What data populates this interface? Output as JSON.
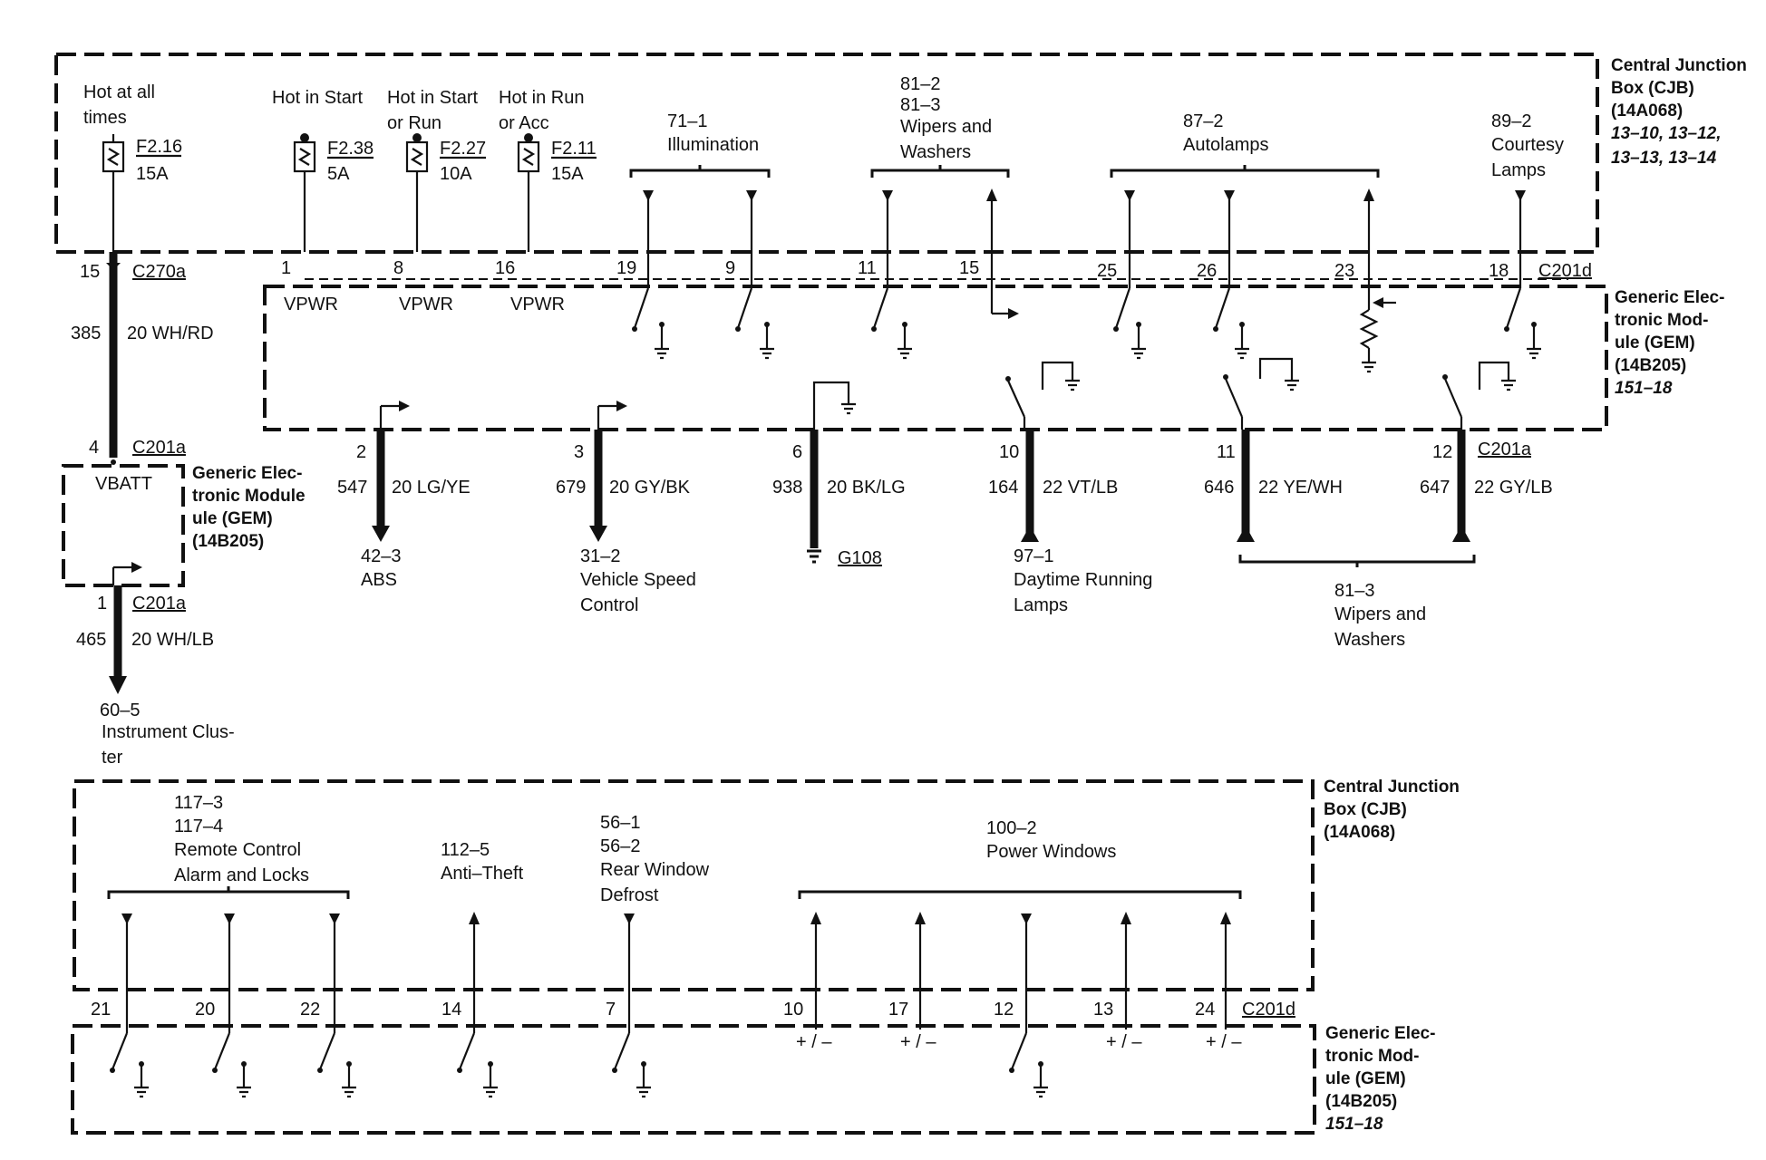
{
  "cjb_top": {
    "title_lines": [
      "Central Junction",
      "Box (CJB)",
      "(14A068)"
    ],
    "ref_lines": [
      "13–10, 13–12,",
      "13–13, 13–14"
    ],
    "fuses": [
      {
        "hot_lines": [
          "Hot at all",
          "times"
        ],
        "name": "F2.16",
        "amps": "15A",
        "pin": "15",
        "connector": "C270a"
      },
      {
        "hot_lines": [
          "Hot in Start"
        ],
        "name": "F2.38",
        "amps": "5A",
        "pin": "1"
      },
      {
        "hot_lines": [
          "Hot in Start",
          "or Run"
        ],
        "name": "F2.27",
        "amps": "10A",
        "pin": "8"
      },
      {
        "hot_lines": [
          "Hot in Run",
          "or Acc"
        ],
        "name": "F2.11",
        "amps": "15A",
        "pin": "16"
      }
    ],
    "groups": [
      {
        "lines": [
          "71–1",
          "Illumination"
        ]
      },
      {
        "lines": [
          "81–2",
          "81–3",
          "Wipers and",
          "Washers"
        ]
      },
      {
        "lines": [
          "87–2",
          "Autolamps"
        ]
      },
      {
        "lines": [
          "89–2",
          "Courtesy",
          "Lamps"
        ]
      }
    ],
    "pins": [
      "19",
      "9",
      "11",
      "15",
      "25",
      "26",
      "23",
      "18"
    ],
    "connector": "C201d"
  },
  "gem_top": {
    "title_lines": [
      "Generic Elec-",
      "tronic Mod-",
      "ule (GEM)",
      "(14B205)"
    ],
    "ref": "151–18",
    "vpwr": [
      "VPWR",
      "VPWR",
      "VPWR"
    ]
  },
  "left_gem": {
    "title_lines": [
      "Generic Elec-",
      "tronic Module",
      "ule (GEM)",
      "(14B205)"
    ],
    "vbatt": "VBATT",
    "in_pin": "4",
    "in_connector": "C201a",
    "out_pin": "1",
    "out_connector": "C201a",
    "wire_in_circuit": "385",
    "wire_in_color": "20 WH/RD",
    "wire_out_circuit": "465",
    "wire_out_color": "20 WH/LB",
    "dest_lines": [
      "60–5",
      "Instrument Clus-",
      "ter"
    ]
  },
  "outputs": {
    "connector": "C201a",
    "wires": [
      {
        "pin": "2",
        "circuit": "547",
        "color": "20 LG/YE",
        "dest_lines": [
          "42–3",
          "ABS"
        ]
      },
      {
        "pin": "3",
        "circuit": "679",
        "color": "20 GY/BK",
        "dest_lines": [
          "31–2",
          "Vehicle Speed",
          "Control"
        ]
      },
      {
        "pin": "6",
        "circuit": "938",
        "color": "20 BK/LG",
        "ground": "G108"
      },
      {
        "pin": "10",
        "circuit": "164",
        "color": "22 VT/LB",
        "dest_lines": [
          "97–1",
          "Daytime Running",
          "Lamps"
        ]
      },
      {
        "pin": "11",
        "circuit": "646",
        "color": "22 YE/WH"
      },
      {
        "pin": "12",
        "circuit": "647",
        "color": "22 GY/LB"
      }
    ],
    "wipers_lines": [
      "81–3",
      "Wipers and",
      "Washers"
    ]
  },
  "cjb_bottom": {
    "title_lines": [
      "Central Junction",
      "Box (CJB)",
      "(14A068)"
    ],
    "groups": [
      {
        "lines": [
          "117–3",
          "117–4",
          "Remote Control",
          "Alarm and Locks"
        ]
      },
      {
        "lines": [
          "112–5",
          "Anti–Theft"
        ]
      },
      {
        "lines": [
          "56–1",
          "56–2",
          "Rear Window",
          "Defrost"
        ]
      },
      {
        "lines": [
          "100–2",
          "Power Windows"
        ]
      }
    ],
    "pins": [
      "21",
      "20",
      "22",
      "14",
      "7",
      "10",
      "17",
      "12",
      "13",
      "24"
    ],
    "connector": "C201d",
    "pm_label": "+ / –"
  },
  "gem_bottom": {
    "title_lines": [
      "Generic Elec-",
      "tronic Mod-",
      "ule (GEM)",
      "(14B205)"
    ],
    "ref": "151–18"
  }
}
